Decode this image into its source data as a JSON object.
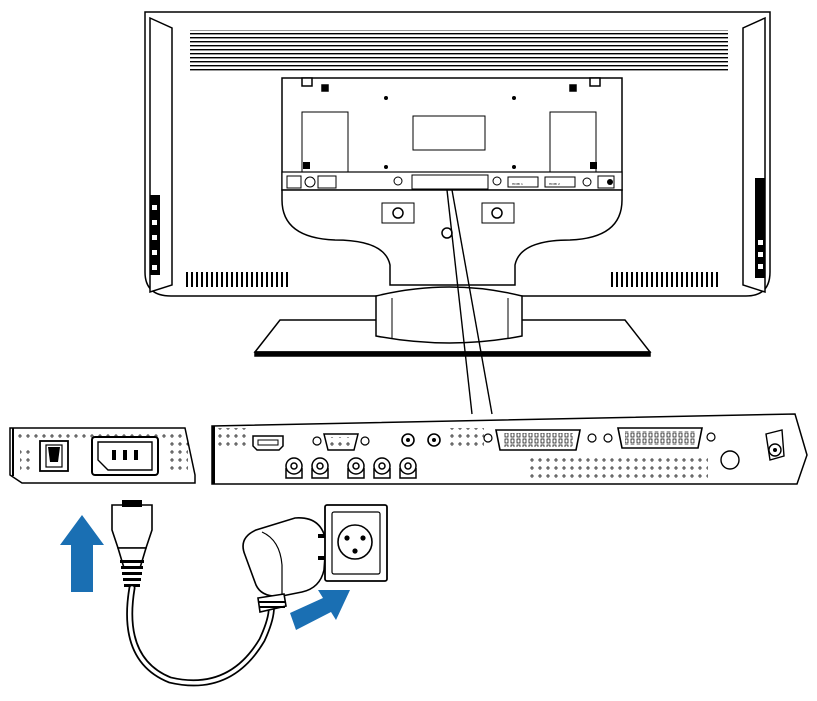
{
  "diagram": {
    "port_labels": {
      "hdmi_1": "HDMI 1",
      "hdmi_2": "HDMI 2"
    },
    "colors": {
      "line": "#000000",
      "fill": "#ffffff",
      "arrow": "#1a6fb3"
    },
    "icons": [
      "monitor-rear-view",
      "stand",
      "power-switch-panel",
      "connector-panel",
      "power-cord-connector",
      "wall-plug",
      "wall-socket",
      "up-arrow",
      "insert-arrow"
    ]
  }
}
